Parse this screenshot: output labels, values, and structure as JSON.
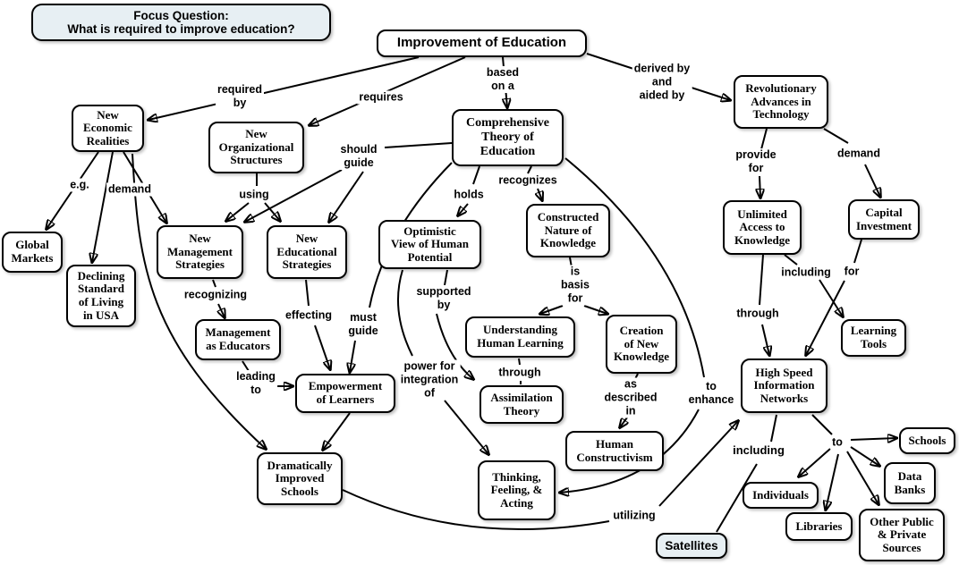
{
  "colors": {
    "node_fill": "#ffffff",
    "highlight_fill": "#e7eff3",
    "line": "#000000",
    "text": "#000000"
  },
  "focus_question": "Focus Question:\nWhat is required to improve education?",
  "nodes": {
    "improvement": "Improvement of Education",
    "new_economic_realities": "New\nEconomic\nRealities",
    "new_organizational_structures": "New\nOrganizational\nStructures",
    "comprehensive_theory": "Comprehensive\nTheory of\nEducation",
    "revolutionary_advances": "Revolutionary\nAdvances in\nTechnology",
    "unlimited_access": "Unlimited\nAccess to\nKnowledge",
    "capital_investment": "Capital\nInvestment",
    "global_markets": "Global\nMarkets",
    "declining_standard": "Declining\nStandard\nof Living\nin USA",
    "new_management_strategies": "New\nManagement\nStrategies",
    "new_educational_strategies": "New\nEducational\nStrategies",
    "optimistic_view": "Optimistic\nView of Human\nPotential",
    "constructed_nature": "Constructed\nNature of\nKnowledge",
    "management_as_educators": "Management\nas Educators",
    "understanding_human_learning": "Understanding\nHuman Learning",
    "creation_of_new_knowledge": "Creation\nof New\nKnowledge",
    "empowerment_of_learners": "Empowerment\nof Learners",
    "assimilation_theory": "Assimilation\nTheory",
    "human_constructivism": "Human\nConstructivism",
    "learning_tools": "Learning\nTools",
    "high_speed_networks": "High Speed\nInformation\nNetworks",
    "dramatically_improved_schools": "Dramatically\nImproved\nSchools",
    "thinking_feeling_acting": "Thinking,\nFeeling, &\nActing",
    "schools": "Schools",
    "data_banks": "Data\nBanks",
    "individuals": "Individuals",
    "libraries": "Libraries",
    "other_public_private": "Other Public\n& Private\nSources",
    "satellites": "Satellites"
  },
  "labels": {
    "required_by": "required\nby",
    "requires": "requires",
    "based_on_a": "based\non a",
    "derived_by": "derived by\nand\naided by",
    "eg": "e.g.",
    "demand_left": "demand",
    "using": "using",
    "should_guide": "should\nguide",
    "holds": "holds",
    "recognizes": "recognizes",
    "provide_for": "provide\nfor",
    "demand_right": "demand",
    "including_right": "including",
    "for": "for",
    "through_right": "through",
    "supported_by": "supported\nby",
    "is_basis_for": "is\nbasis\nfor",
    "must_guide": "must\nguide",
    "effecting": "effecting",
    "recognizing": "recognizing",
    "leading_to": "leading\nto",
    "power_for": "power for\nintegration\nof",
    "through_center": "through",
    "as_described_in": "as\ndescribed\nin",
    "to_enhance": "to\nenhance",
    "utilizing": "utilizing",
    "including_bottom": "including",
    "to": "to"
  }
}
